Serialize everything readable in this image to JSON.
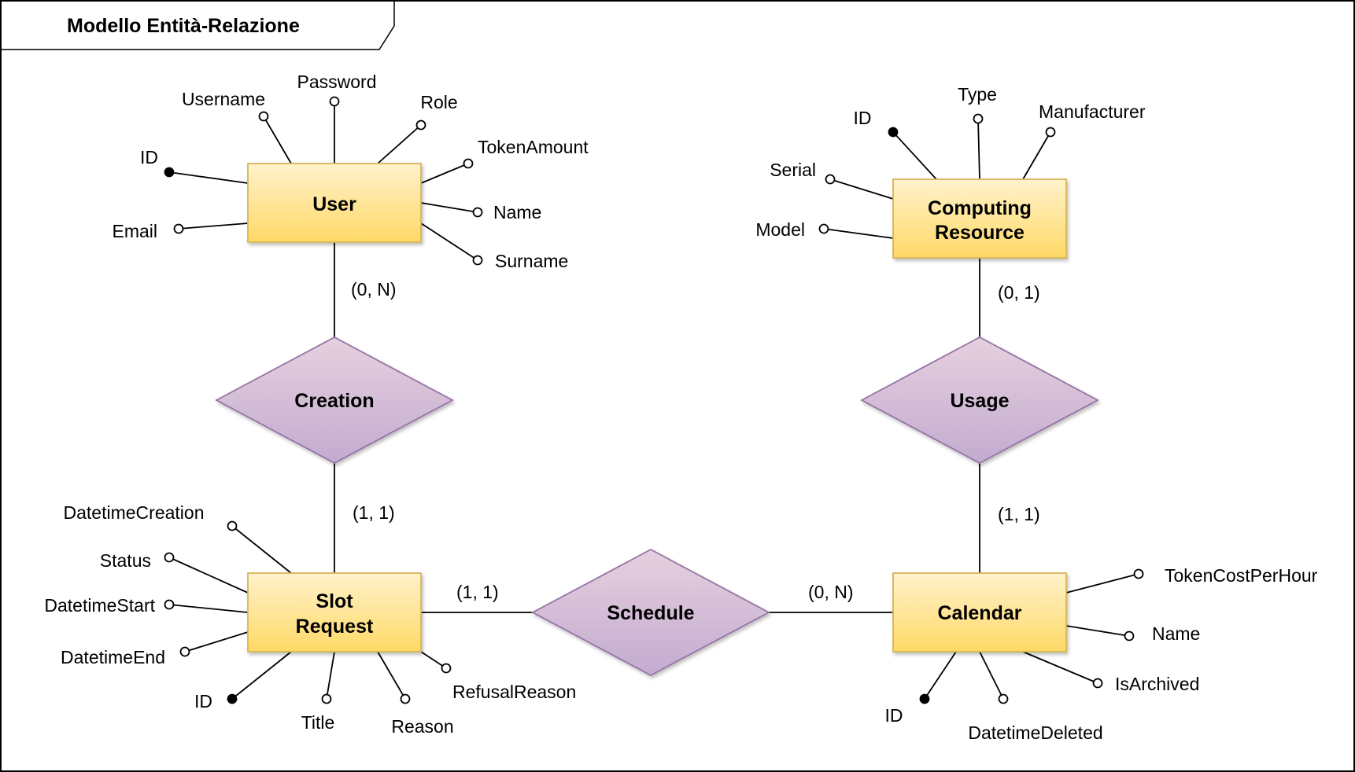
{
  "frame": {
    "title": "Modello Entità-Relazione"
  },
  "entities": {
    "user": {
      "label": "User"
    },
    "computing_resource": {
      "label_lines": [
        "Computing",
        "Resource"
      ]
    },
    "slot_request": {
      "label_lines": [
        "Slot",
        "Request"
      ]
    },
    "calendar": {
      "label": "Calendar"
    }
  },
  "relationships": {
    "creation": {
      "label": "Creation"
    },
    "usage": {
      "label": "Usage"
    },
    "schedule": {
      "label": "Schedule"
    }
  },
  "attributes": {
    "user": {
      "username": {
        "label": "Username",
        "key": false
      },
      "password": {
        "label": "Password",
        "key": false
      },
      "role": {
        "label": "Role",
        "key": false
      },
      "token_amount": {
        "label": "TokenAmount",
        "key": false
      },
      "id": {
        "label": "ID",
        "key": true
      },
      "email": {
        "label": "Email",
        "key": false
      },
      "name": {
        "label": "Name",
        "key": false
      },
      "surname": {
        "label": "Surname",
        "key": false
      }
    },
    "computing_resource": {
      "id": {
        "label": "ID",
        "key": true
      },
      "type": {
        "label": "Type",
        "key": false
      },
      "manufacturer": {
        "label": "Manufacturer",
        "key": false
      },
      "serial": {
        "label": "Serial",
        "key": false
      },
      "model": {
        "label": "Model",
        "key": false
      }
    },
    "slot_request": {
      "datetime_creation": {
        "label": "DatetimeCreation",
        "key": false
      },
      "status": {
        "label": "Status",
        "key": false
      },
      "datetime_start": {
        "label": "DatetimeStart",
        "key": false
      },
      "datetime_end": {
        "label": "DatetimeEnd",
        "key": false
      },
      "id": {
        "label": "ID",
        "key": true
      },
      "title": {
        "label": "Title",
        "key": false
      },
      "reason": {
        "label": "Reason",
        "key": false
      },
      "refusal_reason": {
        "label": "RefusalReason",
        "key": false
      }
    },
    "calendar": {
      "token_cost_per_hour": {
        "label": "TokenCostPerHour",
        "key": false
      },
      "name": {
        "label": "Name",
        "key": false
      },
      "is_archived": {
        "label": "IsArchived",
        "key": false
      },
      "datetime_deleted": {
        "label": "DatetimeDeleted",
        "key": false
      },
      "id": {
        "label": "ID",
        "key": true
      }
    }
  },
  "cardinalities": {
    "user_creation": "(0, N)",
    "slot_request_creation": "(1, 1)",
    "computing_resource_usage": "(0, 1)",
    "calendar_usage": "(1, 1)",
    "slot_request_schedule": "(1, 1)",
    "calendar_schedule": "(0, N)"
  },
  "colors": {
    "entity_fill_top": "#fff2cc",
    "entity_fill_bottom": "#ffd966",
    "entity_stroke": "#d6b656",
    "relationship_fill_top": "#e6d0de",
    "relationship_fill_bottom": "#c3abd0",
    "relationship_stroke": "#9673a6",
    "line": "#000000"
  }
}
